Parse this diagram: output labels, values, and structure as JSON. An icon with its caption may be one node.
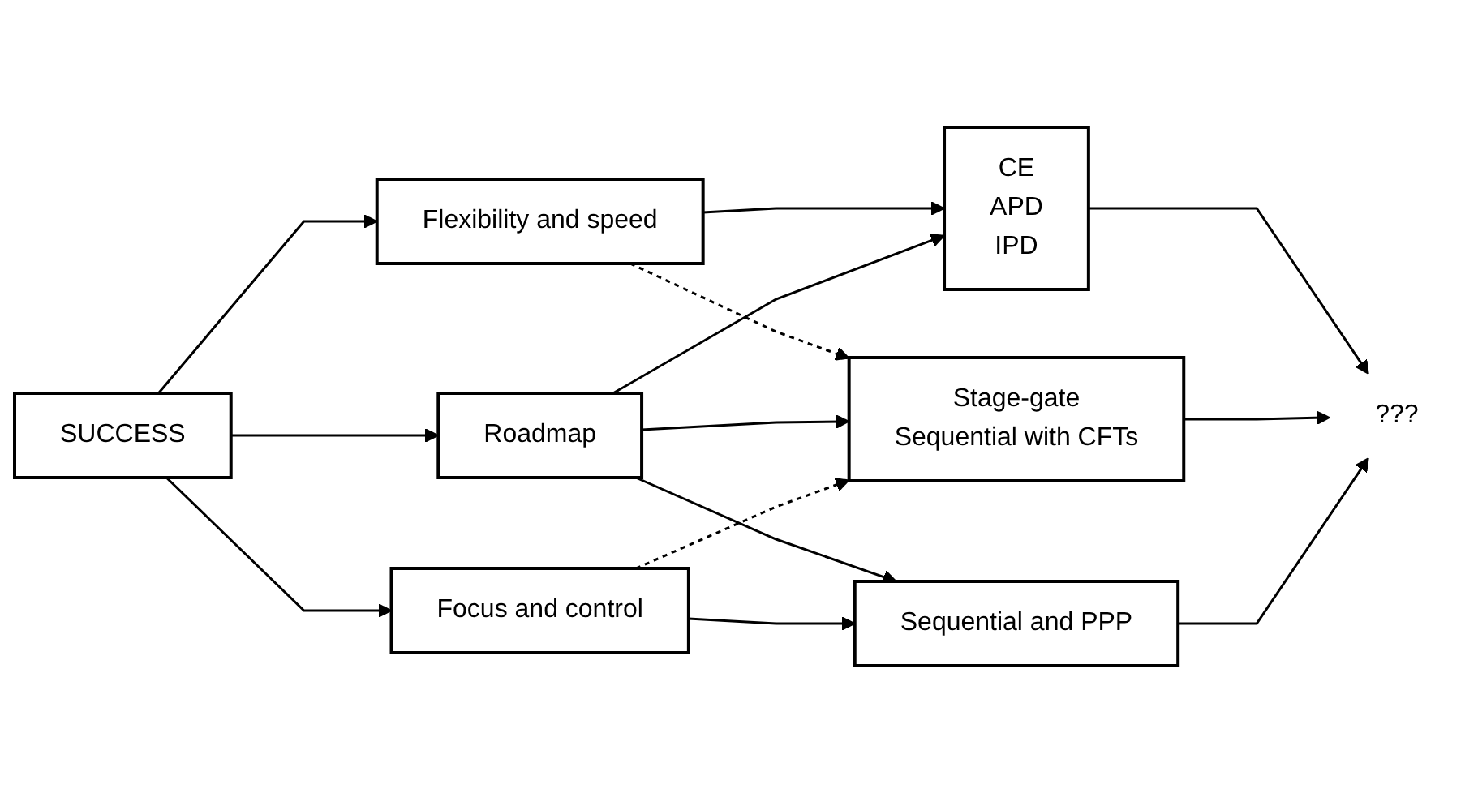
{
  "diagram": {
    "nodes": [
      {
        "text": [
          "SUCCESS"
        ]
      },
      {
        "text": [
          "Flexibility and speed"
        ]
      },
      {
        "text": [
          "Roadmap"
        ]
      },
      {
        "text": [
          "Focus and control"
        ]
      },
      {
        "text": [
          "CE",
          "APD",
          "IPD"
        ]
      },
      {
        "text": [
          "Stage-gate",
          "Sequential with CFTs"
        ]
      },
      {
        "text": [
          "Sequential and PPP"
        ]
      },
      {
        "text": [
          "???"
        ]
      }
    ],
    "edges": [
      {
        "from": 0,
        "to": 1,
        "arrow": "to"
      },
      {
        "from": 0,
        "to": 2,
        "arrow": "to"
      },
      {
        "from": 0,
        "to": 3,
        "arrow": "to"
      },
      {
        "from": 1,
        "to": 4,
        "arrow": "to"
      },
      {
        "from": 1,
        "to": 5,
        "arrow": "to",
        "style": "dashed"
      },
      {
        "from": 2,
        "to": 4,
        "arrow": "to"
      },
      {
        "from": 2,
        "to": 5,
        "arrow": "to"
      },
      {
        "from": 2,
        "to": 6,
        "arrow": "to"
      },
      {
        "from": 3,
        "to": 5,
        "arrow": "to",
        "style": "dashed"
      },
      {
        "from": 3,
        "to": 6,
        "arrow": "to"
      },
      {
        "from": 4,
        "to": 7,
        "arrow": "to"
      },
      {
        "from": 5,
        "to": 7,
        "arrow": "to"
      },
      {
        "from": 6,
        "to": 7,
        "arrow": "to"
      }
    ]
  }
}
